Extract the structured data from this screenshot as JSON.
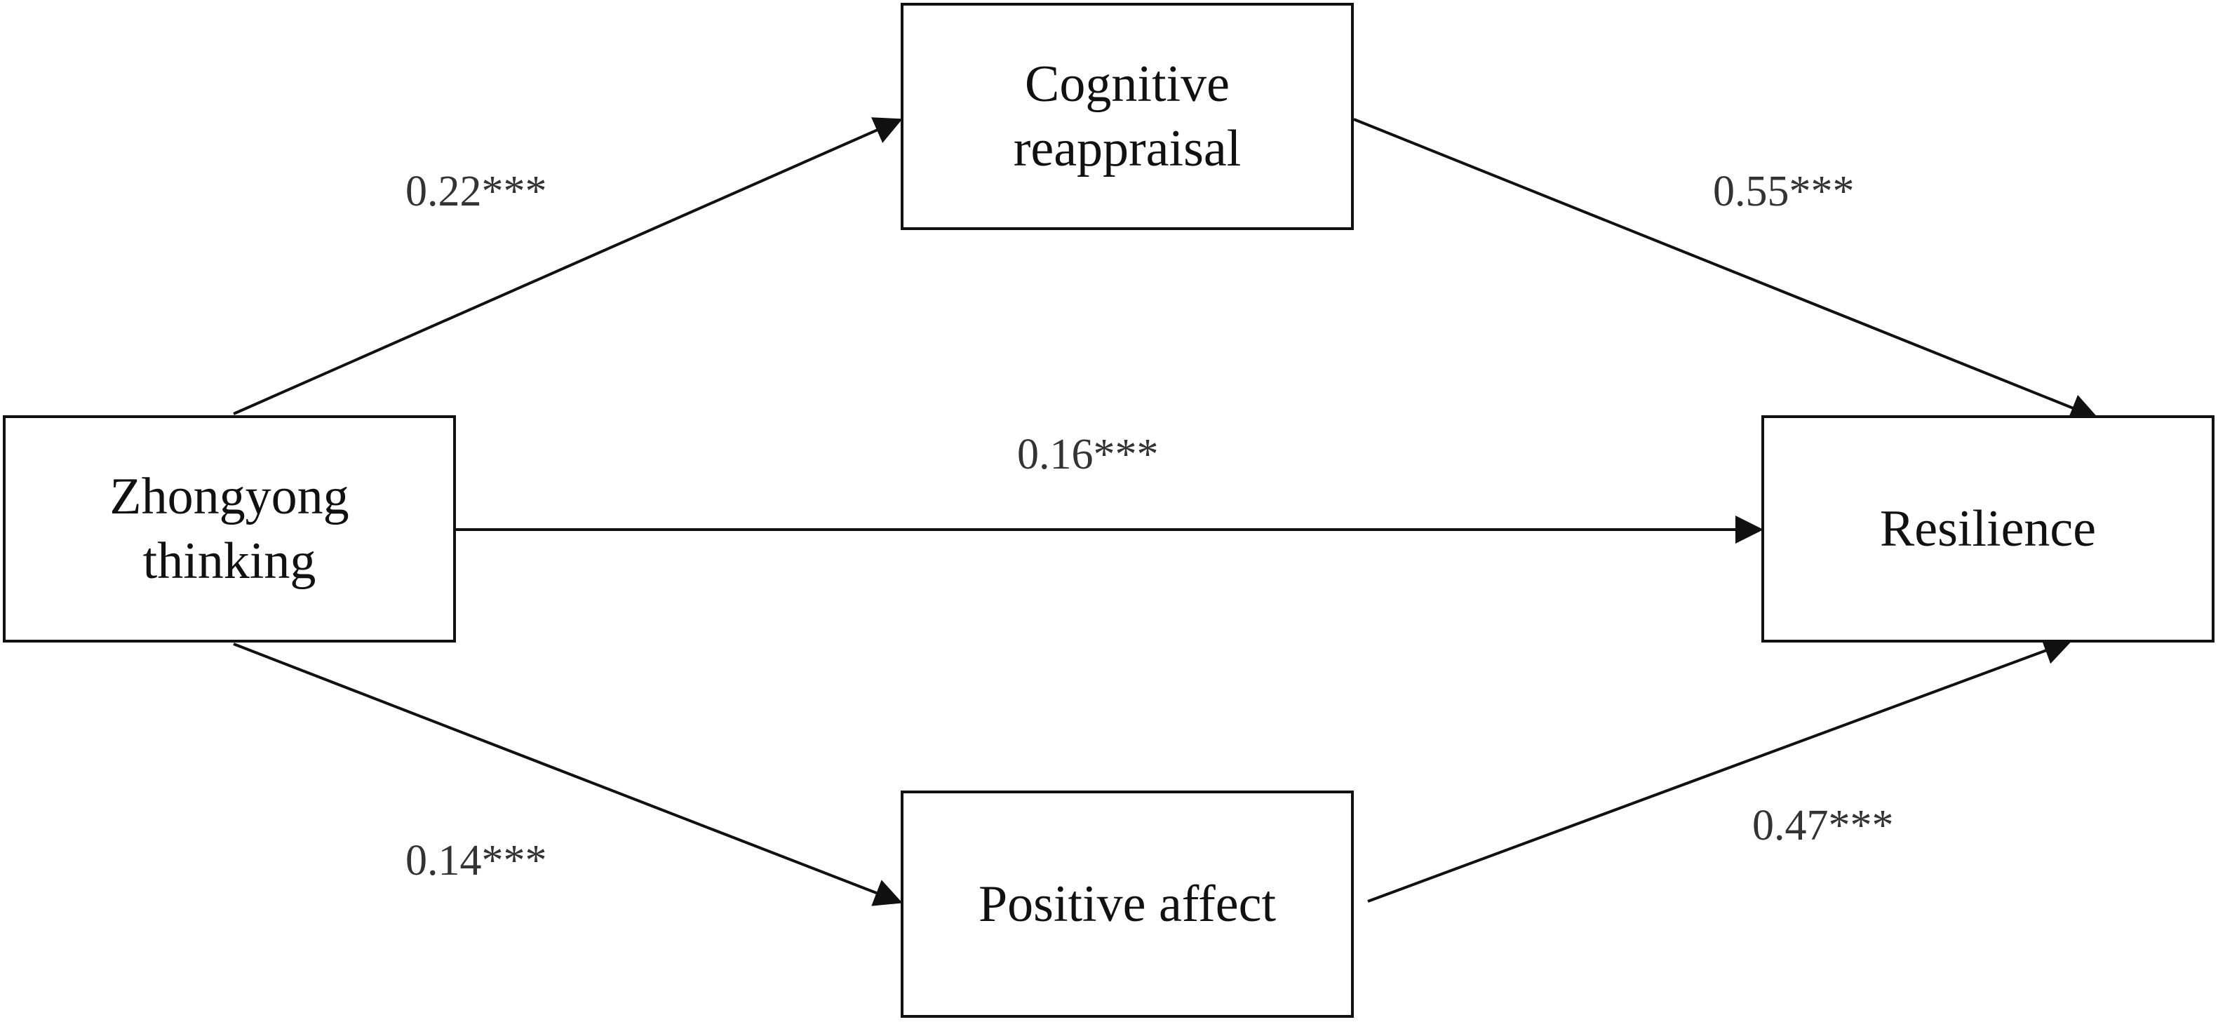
{
  "nodes": {
    "zhongyong": {
      "label": "Zhongyong\nthinking"
    },
    "cognitive": {
      "label": "Cognitive\nreappraisal"
    },
    "positive": {
      "label": "Positive affect"
    },
    "resilience": {
      "label": "Resilience"
    }
  },
  "paths": {
    "zhongyong_to_cognitive": "0.22***",
    "cognitive_to_resilience": "0.55***",
    "zhongyong_to_resilience": "0.16***",
    "zhongyong_to_positive": "0.14***",
    "positive_to_resilience": "0.47***"
  },
  "colors": {
    "line": "#111111",
    "text": "#111111",
    "coef_text": "#333333",
    "background": "#ffffff"
  }
}
